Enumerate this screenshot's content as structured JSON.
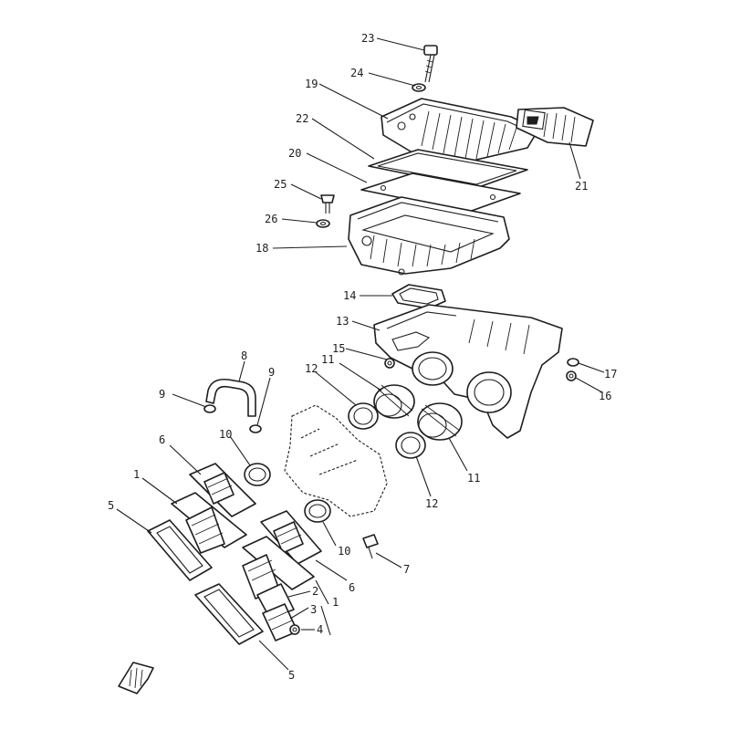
{
  "labels": {
    "p23": "23",
    "p24": "24",
    "p19": "19",
    "p22": "22",
    "p20": "20",
    "p21": "21",
    "p25": "25",
    "p26": "26",
    "p18": "18",
    "p14": "14",
    "p13": "13",
    "p15": "15",
    "p17": "17",
    "p16": "16",
    "p8": "8",
    "p9a": "9",
    "p9b": "9",
    "p12a": "12",
    "p11a": "11",
    "p10a": "10",
    "p6a": "6",
    "p1a": "1",
    "p5": "5",
    "p11b": "11",
    "p12b": "12",
    "p10b": "10",
    "p6b": "6",
    "p7": "7",
    "p2": "2",
    "p3": "3",
    "p1b": "1",
    "p4": "4",
    "p5b": "5"
  }
}
